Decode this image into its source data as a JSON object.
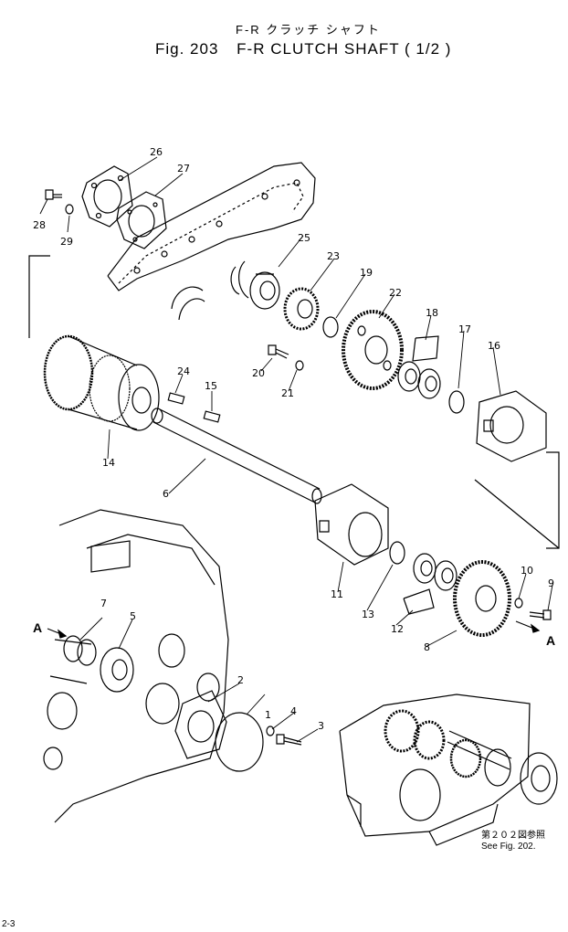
{
  "title": {
    "japanese": "F-R クラッチ シャフト",
    "figure": "Fig. 203",
    "name": "F-R CLUTCH SHAFT ( 1/2 )"
  },
  "callouts": [
    "1",
    "2",
    "3",
    "4",
    "5",
    "6",
    "7",
    "8",
    "9",
    "10",
    "11",
    "12",
    "13",
    "14",
    "15",
    "16",
    "17",
    "18",
    "19",
    "20",
    "21",
    "22",
    "23",
    "24",
    "25",
    "26",
    "27",
    "28",
    "29"
  ],
  "view_markers": [
    "A",
    "A"
  ],
  "reference_note": {
    "japanese": "第２０２図参照",
    "english": "See Fig. 202."
  },
  "page_marker": "2-3"
}
